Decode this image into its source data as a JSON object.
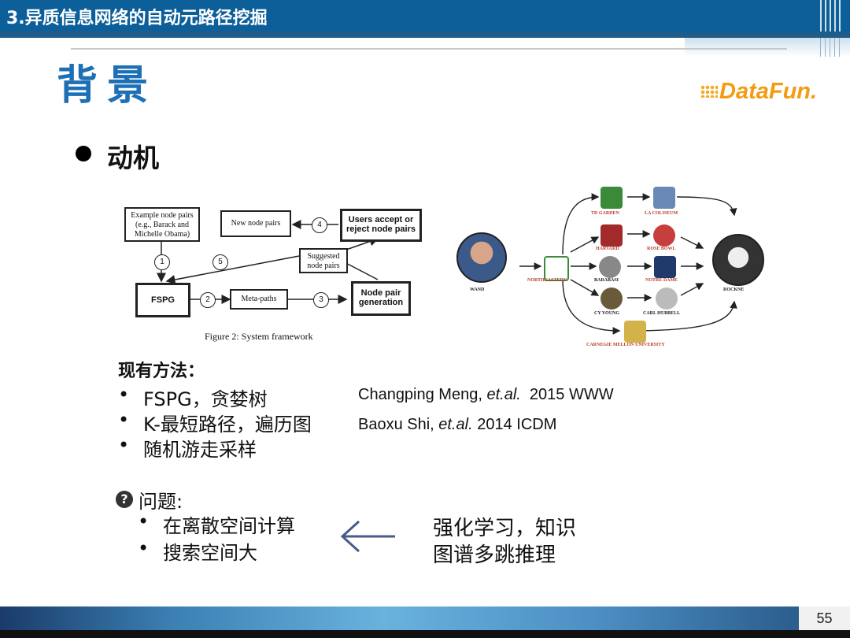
{
  "header": {
    "title": "3.异质信息网络的自动元路径挖掘"
  },
  "slide": {
    "heading": "背景",
    "logo_text": "DataFun.",
    "main_bullet": "动机",
    "page_number": "55"
  },
  "figure_left": {
    "example_box": "Example node pairs (e.g., Barack and Michelle Obama)",
    "new_pairs_box": "New node pairs",
    "users_box": "Users accept or reject node pairs",
    "suggested_box": "Suggested node pairs",
    "fspg_box": "FSPG",
    "metapaths_box": "Meta-paths",
    "generation_box": "Node pair generation",
    "steps": [
      "1",
      "2",
      "3",
      "4",
      "5"
    ],
    "caption": "Figure 2: System framework"
  },
  "figure_right": {
    "labels": {
      "wand": "WAND",
      "rockne": "ROCKNE",
      "td_garden": "TD GARDEN",
      "la_coliseum": "LA COLISEUM",
      "harvard": "HARVARD",
      "rose_bowl": "ROSE BOWL",
      "northeastern": "NORTHEASTERN",
      "barabasi": "BARABÁSI",
      "notre_dame": "NOTRE DAME",
      "cy_young": "CY YOUNG",
      "carl_hubbell": "CARL HUBBELL",
      "cmu": "CARNEGIE MELLON UNIVERSITY"
    }
  },
  "existing": {
    "title": "现有方法：",
    "items": [
      {
        "bullet": "•",
        "text": "FSPG，贪婪树",
        "ref_author": "Changping Meng, ",
        "ref_etal": "et.al.",
        "ref_tail": "  2015 WWW"
      },
      {
        "bullet": "•",
        "text": "K-最短路径，遍历图",
        "ref_author": "Baoxu Shi, ",
        "ref_etal": "et.al.",
        "ref_tail": " 2014 ICDM"
      },
      {
        "bullet": "•",
        "text": "随机游走采样"
      }
    ]
  },
  "problem": {
    "icon": "?",
    "title": "问题:",
    "items": [
      {
        "bullet": "•",
        "text": "在离散空间计算"
      },
      {
        "bullet": "•",
        "text": "搜索空间大"
      }
    ],
    "arrow": "←",
    "solution_line1": "强化学习，知识",
    "solution_line2": "图谱多跳推理"
  },
  "colors": {
    "header_bg": "#0d5f99",
    "heading": "#1d70b5",
    "logo": "#f39b11",
    "arrow": "#4a5a8c"
  }
}
